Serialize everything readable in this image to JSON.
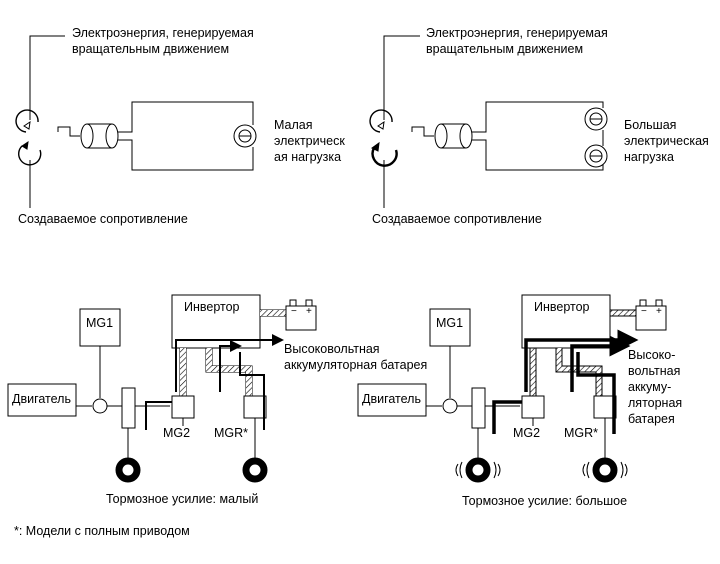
{
  "top_left": {
    "generated_energy": [
      "Электроэнергия, генерируемая",
      "вращательным движением"
    ],
    "load": [
      "Малая",
      "электрическ",
      "ая нагрузка"
    ],
    "resistance": "Создаваемое сопротивление"
  },
  "top_right": {
    "generated_energy": [
      "Электроэнергия, генерируемая",
      "вращательным движением"
    ],
    "load": [
      "Большая",
      "электрическая",
      "нагрузка"
    ],
    "resistance": "Создаваемое сопротивление"
  },
  "bottom_left": {
    "mg1": "MG1",
    "engine": "Двигатель",
    "inverter": "Инвертор",
    "mg2": "MG2",
    "mgr": "MGR*",
    "battery": [
      "Высоковольтная",
      "аккумуляторная батарея"
    ],
    "battery_terminals": [
      "−",
      "+"
    ],
    "brake": "Тормозное усилие: малый"
  },
  "bottom_right": {
    "mg1": "MG1",
    "engine": "Двигатель",
    "inverter": "Инвертор",
    "mg2": "MG2",
    "mgr": "MGR*",
    "battery": [
      "Высоко-",
      "вольтная",
      "аккуму-",
      "ляторная",
      "батарея"
    ],
    "battery_terminals": [
      "−",
      "+"
    ],
    "brake": "Тормозное усилие: большое"
  },
  "footnote": "*: Модели с полным приводом"
}
